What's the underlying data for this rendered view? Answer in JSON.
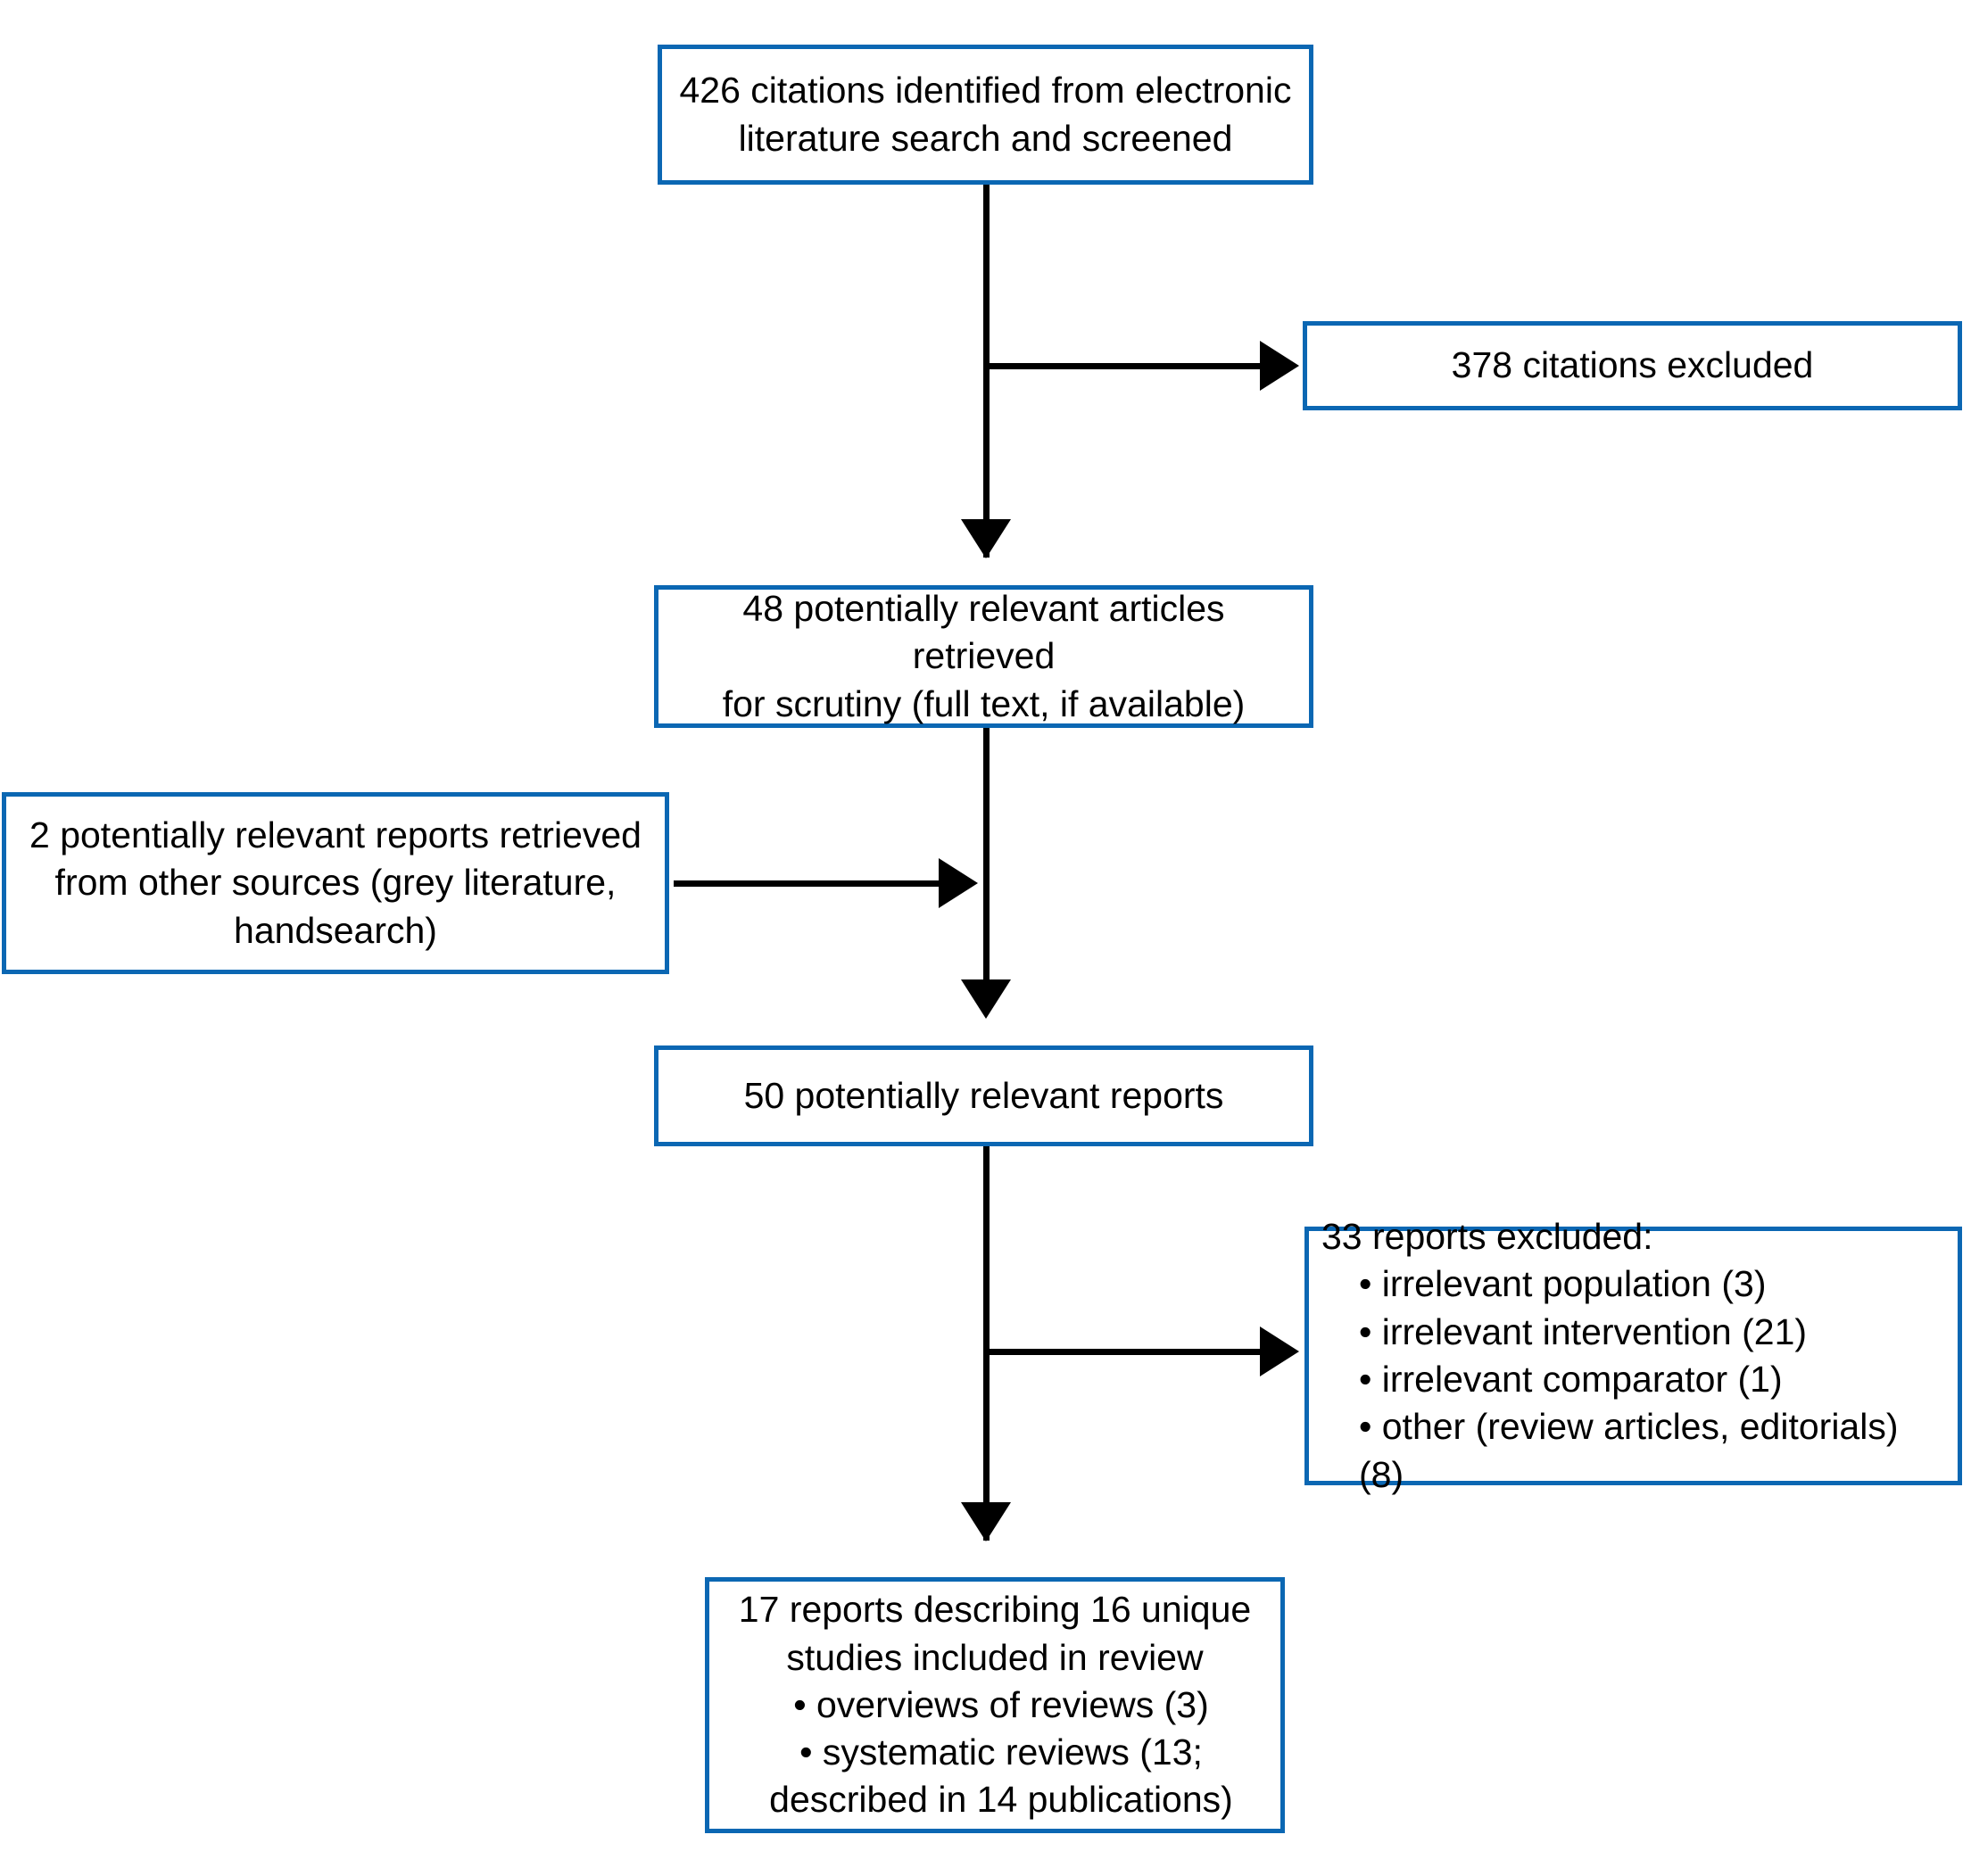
{
  "diagram": {
    "type": "prisma-flow-diagram",
    "accent_color": "#0b67b3",
    "line_color": "#000000",
    "background_color": "#ffffff",
    "boxes": {
      "identified": {
        "text": "426 citations identified from electronic\nliterature search and screened",
        "count": "426"
      },
      "excluded_citations": {
        "text": "378 citations excluded",
        "count": "378"
      },
      "retrieved": {
        "text": "48 potentially relevant articles retrieved\nfor scrutiny (full text, if available)",
        "count": "48"
      },
      "other_sources": {
        "text": "2 potentially relevant reports retrieved\nfrom other sources (grey literature,\nhandsearch)",
        "count": "2"
      },
      "relevant_reports": {
        "text": "50 potentially relevant reports",
        "count": "50"
      },
      "excluded_reports": {
        "heading": "33 reports excluded:",
        "count": "33",
        "items": [
          "• irrelevant population (3)",
          "• irrelevant intervention (21)",
          "• irrelevant comparator (1)",
          "• other (review articles, editorials) (8)"
        ]
      },
      "included": {
        "heading": "17 reports describing 16 unique\nstudies included in review",
        "count": "17",
        "items": [
          "• overviews of reviews (3)",
          "• systematic reviews (13;\n   described in 14 publications)"
        ]
      }
    }
  }
}
